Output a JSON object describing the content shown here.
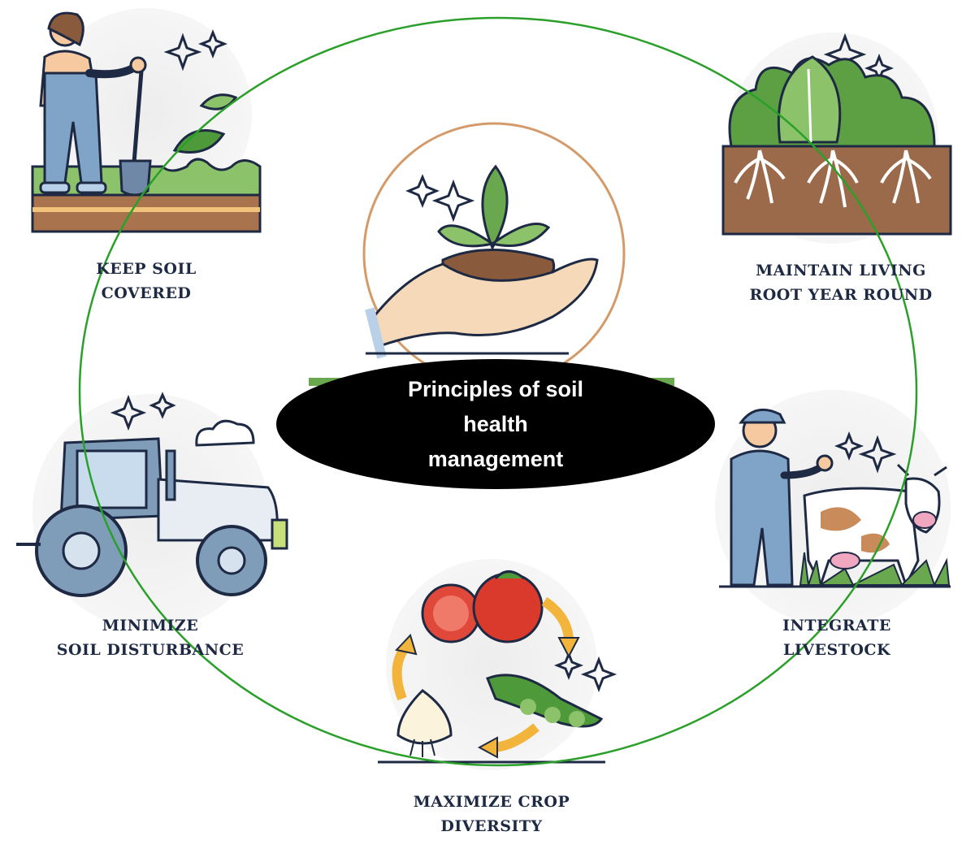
{
  "title": [
    "Principles of soil",
    "health",
    "management"
  ],
  "principles": {
    "keep_soil_covered": [
      "KEEP SOIL",
      "COVERED"
    ],
    "maintain_living_root": [
      "MAINTAIN LIVING",
      "ROOT YEAR ROUND"
    ],
    "minimize_disturbance": [
      "MINIMIZE",
      "SOIL DISTURBANCE"
    ],
    "integrate_livestock": [
      "INTEGRATE",
      "LIVESTOCK"
    ],
    "maximize_diversity": [
      "MAXIMIZE CROP",
      "DIVERSITY"
    ]
  },
  "colors": {
    "ring": "#2aa02a",
    "center_ellipse": "#000000",
    "inner_ring": "#d49a6a",
    "label_text": "#1e2a44",
    "soil": "#8a5a3c",
    "leaf_green": "#6aa84f",
    "overall_blue": "#7fa4c8"
  },
  "icons": [
    "gardener-icon",
    "plant-roots-icon",
    "seedling-in-hand-icon",
    "tractor-icon",
    "farmer-with-cow-icon",
    "crop-rotation-icon"
  ]
}
